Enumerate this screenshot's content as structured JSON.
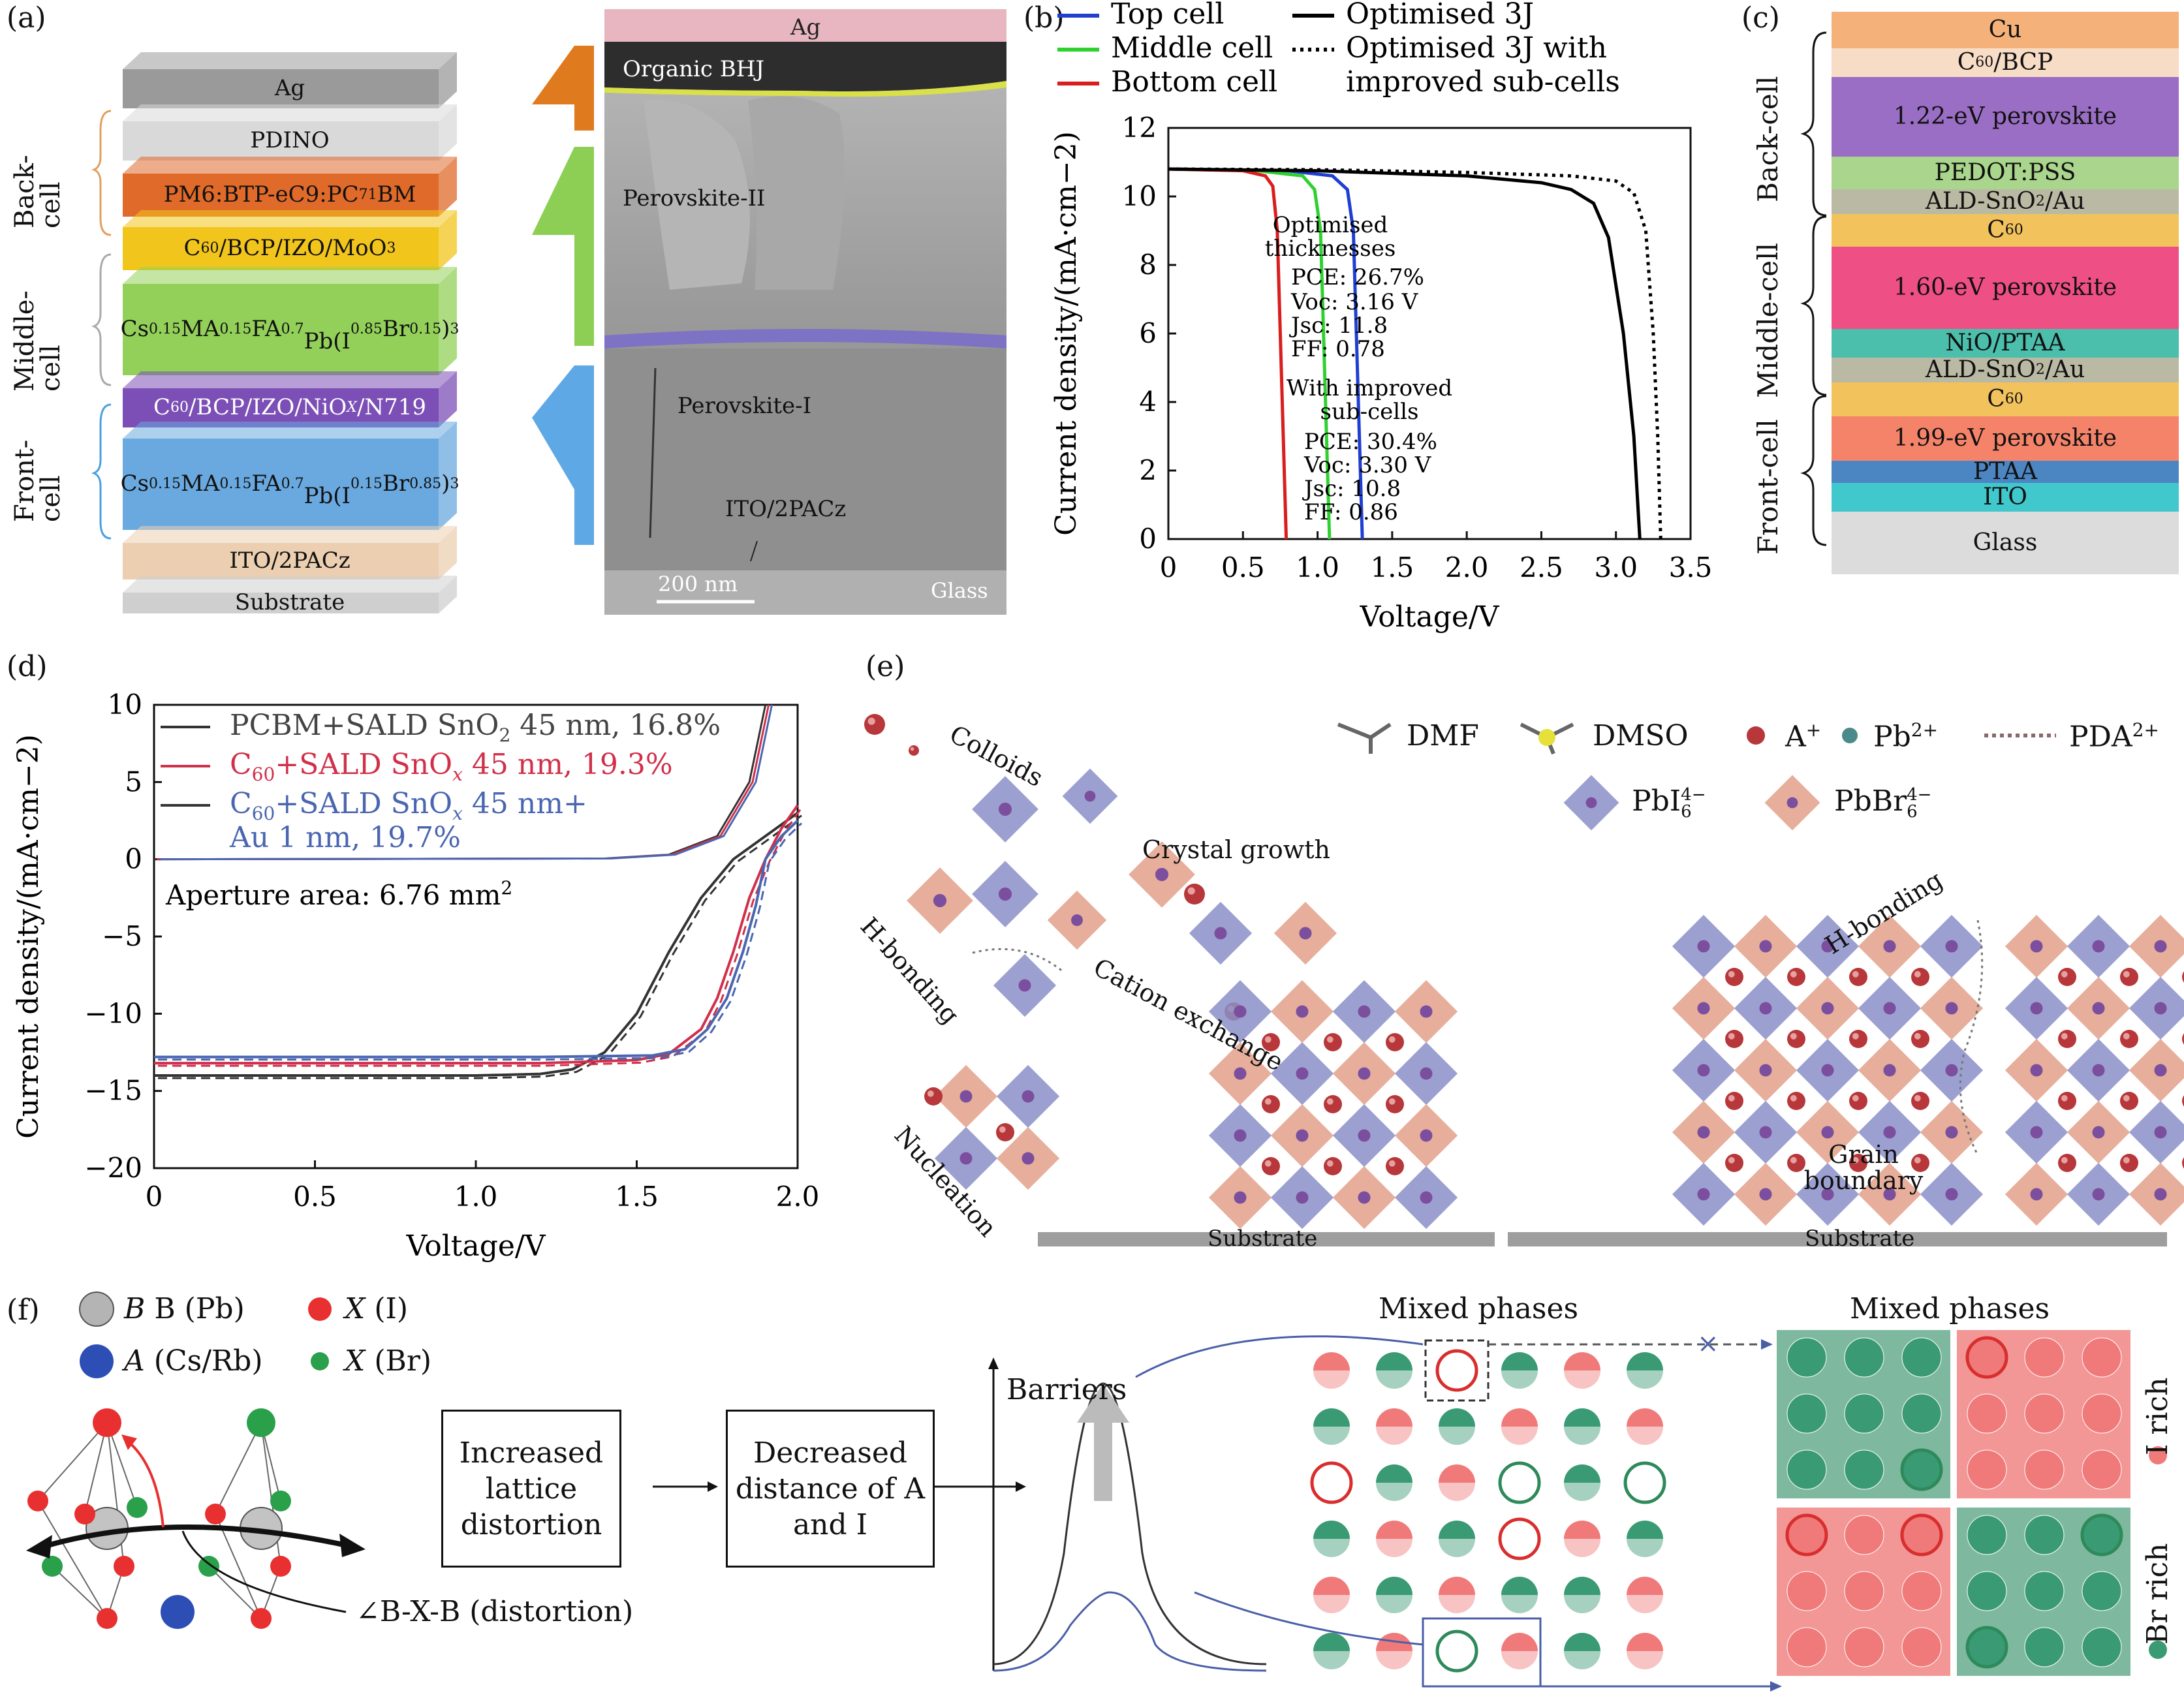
{
  "panels": {
    "a": "(a)",
    "b": "(b)",
    "c": "(c)",
    "d": "(d)",
    "e": "(e)",
    "f": "(f)"
  },
  "panel_a": {
    "layers": [
      {
        "label": "Ag",
        "color": "#9a9a9a"
      },
      {
        "label": "PDINO",
        "color": "#d9d9d9"
      },
      {
        "label": "PM6:BTP-eC9:PC71BM",
        "color": "#e06a2a"
      },
      {
        "label": "C60/BCP/IZO/MoO3",
        "color": "#f2c51c"
      },
      {
        "label": "Cs0.15MA0.15FA0.7 Pb(I0.85Br0.15)3",
        "color": "#93d05a"
      },
      {
        "label": "C60/BCP/IZO/NiOX/N719",
        "color": "#7b4fb5"
      },
      {
        "label": "Cs0.15MA0.15FA0.7 Pb(I0.15Br0.85)3",
        "color": "#6aa9df"
      },
      {
        "label": "ITO/2PACz",
        "color": "#ebcfb0"
      },
      {
        "label": "Substrate",
        "color": "#cfcfcf"
      }
    ],
    "brackets": [
      "Back-cell",
      "Middle-cell",
      "Front-cell"
    ],
    "sem_labels": [
      "Ag",
      "Organic BHJ",
      "Perovskite-II",
      "Perovskite-I",
      "ITO/2PACz",
      "200 nm",
      "Glass"
    ]
  },
  "panel_b": {
    "legend": [
      {
        "name": "Top cell",
        "color": "#1f3fd1"
      },
      {
        "name": "Middle cell",
        "color": "#2fd12f"
      },
      {
        "name": "Bottom cell",
        "color": "#d91e1e"
      },
      {
        "name": "Optimised 3J",
        "color": "#000000"
      },
      {
        "name": "Optimised 3J with improved sub-cells",
        "color": "#000000"
      }
    ],
    "annotation1": [
      "Optimised",
      "thicknesses",
      "PCE: 26.7%",
      "Voc: 3.16 V",
      "Jsc: 11.8",
      "FF: 0.78"
    ],
    "annotation2": [
      "With improved",
      "sub-cells",
      "PCE: 30.4%",
      "Voc: 3.30 V",
      "Jsc: 10.8",
      "FF: 0.86"
    ]
  },
  "panel_c": {
    "layers": [
      {
        "label": "Cu",
        "color": "#f4b27a"
      },
      {
        "label": "C60/BCP",
        "color": "#f7dcc6"
      },
      {
        "label": "1.22-eV perovskite",
        "color": "#9a6ec4"
      },
      {
        "label": "PEDOT:PSS",
        "color": "#a9d58c"
      },
      {
        "label": "ALD-SnO2/Au",
        "color": "#b9b9a4"
      },
      {
        "label": "C60",
        "color": "#f2c25c"
      },
      {
        "label": "1.60-eV perovskite",
        "color": "#ee4f84"
      },
      {
        "label": "NiO/PTAA",
        "color": "#4bbfac"
      },
      {
        "label": "ALD-SnO2/Au",
        "color": "#b9b9a4"
      },
      {
        "label": "C60",
        "color": "#f2c25c"
      },
      {
        "label": "1.99-eV perovskite",
        "color": "#f4836a"
      },
      {
        "label": "PTAA",
        "color": "#4c86c2"
      },
      {
        "label": "ITO",
        "color": "#40c8cc"
      },
      {
        "label": "Glass",
        "color": "#dcdcdc"
      }
    ],
    "brackets": [
      "Back-cell",
      "Middle-cell",
      "Front-cell"
    ]
  },
  "panel_d": {
    "legend": [
      {
        "name": "PCBM+SALD SnO2 45 nm, 16.8%",
        "color": "#333333"
      },
      {
        "name": "C60+SALD SnOx 45 nm, 19.3%",
        "color": "#d0304a"
      },
      {
        "name": "C60+SALD SnOx 45 nm+ Au 1 nm, 19.7%",
        "color": "#4a66b0"
      }
    ],
    "annotation": "Aperture area: 6.76 mm2"
  },
  "panel_e": {
    "legend": [
      "DMF",
      "DMSO",
      "A+",
      "Pb2+",
      "PDA2+",
      "PbI6 4−",
      "PbBr6 4−"
    ],
    "labels": [
      "Colloids",
      "Crystal growth",
      "H-bonding",
      "Cation exchange",
      "Nucleation",
      "Substrate",
      "H-bonding",
      "Grain boundary",
      "Substrate"
    ]
  },
  "panel_f": {
    "legend": [
      "B (Pb)",
      "X (I)",
      "A (Cs/Rb)",
      "X (Br)"
    ],
    "angle_label": "∠B-X-B (distortion)",
    "box1": "Increased lattice distortion",
    "box2": "Decreased distance of A and I",
    "barriers": "Barriers",
    "mixed1": "Mixed phases",
    "mixed2": "Mixed phases",
    "i_rich": "I rich",
    "br_rich": "Br rich"
  },
  "chart_data": [
    {
      "type": "line",
      "title": "",
      "xlabel": "Voltage/V",
      "ylabel": "Current density/(mA·cm−2)",
      "xlim": [
        0,
        3.5
      ],
      "ylim": [
        0,
        12
      ],
      "xticks": [
        "0",
        "0.5",
        "1.0",
        "1.5",
        "2.0",
        "2.5",
        "3.0",
        "3.5"
      ],
      "yticks": [
        "0",
        "2",
        "4",
        "6",
        "8",
        "10",
        "12"
      ],
      "series": [
        {
          "name": "Top cell",
          "x": [
            0,
            0.8,
            1.1,
            1.2,
            1.24,
            1.26,
            1.28,
            1.3
          ],
          "y": [
            10.8,
            10.75,
            10.6,
            10.2,
            9,
            6,
            3,
            0
          ]
        },
        {
          "name": "Middle cell",
          "x": [
            0,
            0.6,
            0.9,
            0.98,
            1.02,
            1.04,
            1.06,
            1.08
          ],
          "y": [
            10.8,
            10.75,
            10.6,
            10.2,
            9,
            6,
            3,
            0
          ]
        },
        {
          "name": "Bottom cell",
          "x": [
            0,
            0.5,
            0.65,
            0.7,
            0.73,
            0.75,
            0.77,
            0.79
          ],
          "y": [
            10.8,
            10.75,
            10.6,
            10.3,
            9,
            6,
            3,
            0
          ]
        },
        {
          "name": "Optimised 3J",
          "x": [
            0,
            1,
            2,
            2.5,
            2.7,
            2.85,
            2.95,
            3.05,
            3.12,
            3.16
          ],
          "y": [
            10.8,
            10.75,
            10.6,
            10.4,
            10.2,
            9.8,
            8.8,
            6.0,
            3.0,
            0
          ]
        },
        {
          "name": "Optimised 3J with improved sub-cells",
          "x": [
            0,
            1,
            2,
            2.7,
            3.0,
            3.12,
            3.2,
            3.25,
            3.28,
            3.3
          ],
          "y": [
            10.8,
            10.78,
            10.7,
            10.6,
            10.45,
            10.1,
            9.0,
            6.0,
            3.0,
            0
          ]
        }
      ]
    },
    {
      "type": "line",
      "title": "",
      "xlabel": "Voltage/V",
      "ylabel": "Current density/(mA·cm−2)",
      "xlim": [
        0,
        2.0
      ],
      "ylim": [
        -20,
        10
      ],
      "xticks": [
        "0",
        "0.5",
        "1.0",
        "1.5",
        "2.0"
      ],
      "yticks": [
        "10",
        "5",
        "0",
        "−5",
        "−10",
        "−15",
        "−20"
      ],
      "series": [
        {
          "name": "PCBM+SALD SnO2 45 nm, 16.8%",
          "x": [
            0,
            1.0,
            1.2,
            1.3,
            1.4,
            1.5,
            1.6,
            1.7,
            1.8,
            1.9,
            2.0
          ],
          "y": [
            -14,
            -14,
            -13.9,
            -13.6,
            -12.5,
            -10,
            -6,
            -2.5,
            0,
            1.5,
            3
          ]
        },
        {
          "name": "C60+SALD SnOx 45 nm, 19.3%",
          "x": [
            0,
            1.2,
            1.5,
            1.6,
            1.7,
            1.75,
            1.8,
            1.85,
            1.9,
            1.95,
            2.0
          ],
          "y": [
            -13.2,
            -13.2,
            -13,
            -12.6,
            -11,
            -9,
            -6,
            -2.5,
            0,
            2,
            3.5
          ]
        },
        {
          "name": "C60+SALD SnOx 45 nm+ Au 1 nm, 19.7%",
          "x": [
            0,
            1.2,
            1.55,
            1.65,
            1.72,
            1.78,
            1.83,
            1.87,
            1.9,
            1.95,
            2.0
          ],
          "y": [
            -12.8,
            -12.8,
            -12.7,
            -12.3,
            -11,
            -9,
            -6,
            -3,
            0,
            1.5,
            2.5
          ]
        }
      ]
    }
  ]
}
